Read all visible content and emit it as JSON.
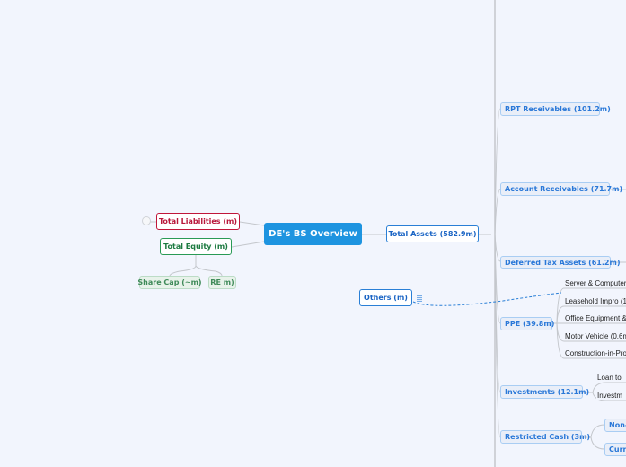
{
  "root": "DE's BS Overview",
  "left": {
    "liabilities": "Total Liabilities (m)",
    "equity": "Total Equity (m)",
    "equity_children": [
      "Share Cap (~m)",
      "RE m)"
    ]
  },
  "assets": {
    "label": "Total Assets (582.9m)",
    "children": [
      "RPT Receivables (101.2m)",
      "Account Receivables (71.7m)",
      "Deferred Tax Assets (61.2m)",
      "PPE (39.8m)",
      "Investments (12.1m)",
      "Restricted Cash (3m)"
    ],
    "ppe_children": [
      "Server & Computers",
      "Leasehold Impro (1",
      "Office Equipment &",
      "Motor Vehicle (0.6m",
      "Construction-in-Pro"
    ],
    "investment_children": [
      "Loan to",
      "Investm"
    ],
    "cash_children": [
      "Non-c",
      "Curre"
    ]
  },
  "others": "Others (m)",
  "colors": {
    "root": "#1e94e0",
    "assets": "#2a7fd6",
    "liabilities": "#c0163a",
    "equity": "#2a9a55"
  },
  "icons": [
    "collapse-toggle-icon",
    "note-icon"
  ]
}
